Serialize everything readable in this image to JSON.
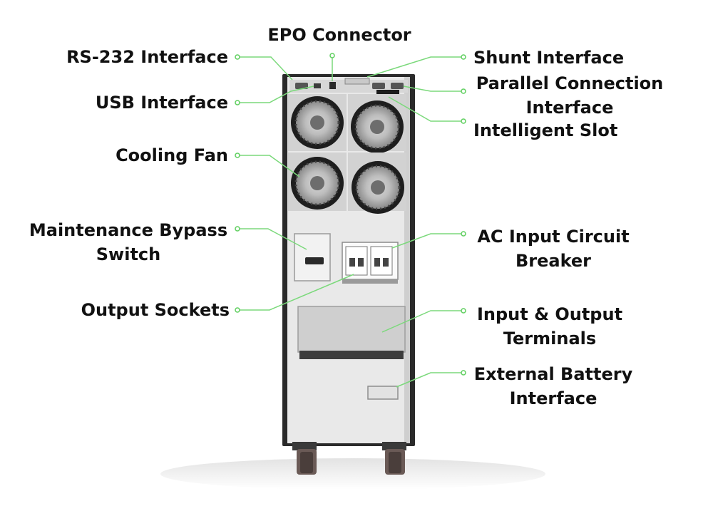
{
  "colors": {
    "leader_line": "#7bd97b",
    "leader_dot": "#5fcf5f",
    "cabinet_body": "#e9e9e9",
    "cabinet_frame": "#2a2a2a",
    "label_text": "#111111"
  },
  "callouts": {
    "epo_connector": "EPO Connector",
    "rs232_interface": "RS-232 Interface",
    "shunt_interface": "Shunt Interface",
    "usb_interface": "USB Interface",
    "parallel_connection": [
      "Parallel Connection",
      "Interface"
    ],
    "intelligent_slot": "Intelligent Slot",
    "cooling_fan": "Cooling Fan",
    "maintenance_bypass_switch": [
      "Maintenance Bypass",
      "Switch"
    ],
    "ac_input_circuit_breaker": [
      "AC Input Circuit",
      "Breaker"
    ],
    "output_sockets": "Output Sockets",
    "input_output_terminals": [
      "Input & Output",
      "Terminals"
    ],
    "external_battery_interface": [
      "External Battery",
      "Interface"
    ]
  },
  "device": {
    "fan_count": 4,
    "caster_count": 2
  }
}
